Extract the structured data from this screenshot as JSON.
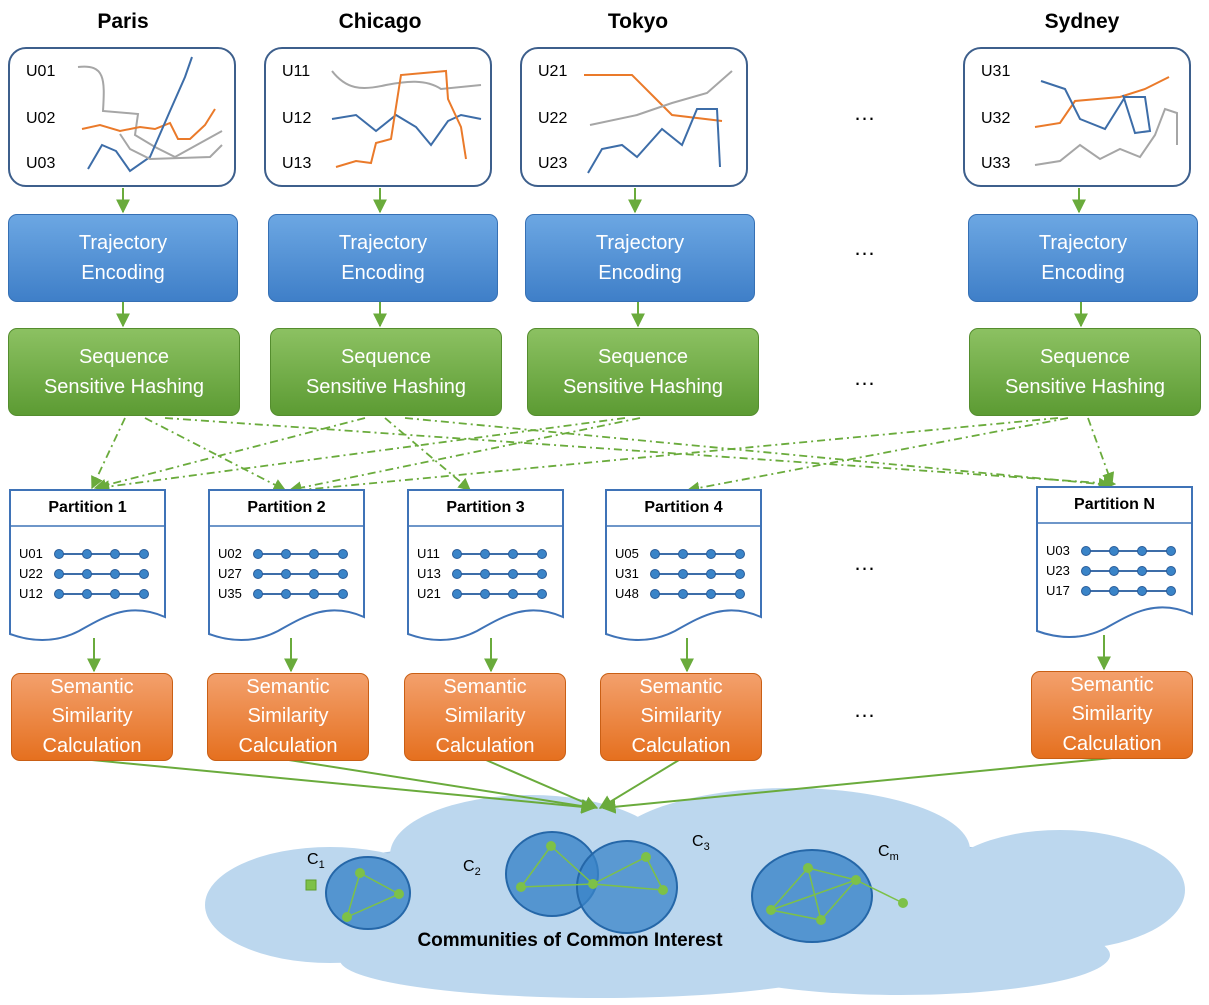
{
  "cities": [
    {
      "name": "Paris",
      "users": [
        "U01",
        "U02",
        "U03"
      ]
    },
    {
      "name": "Chicago",
      "users": [
        "U11",
        "U12",
        "U13"
      ]
    },
    {
      "name": "Tokyo",
      "users": [
        "U21",
        "U22",
        "U23"
      ]
    },
    {
      "name": "Sydney",
      "users": [
        "U31",
        "U32",
        "U33"
      ]
    }
  ],
  "ellipsis": "…",
  "encoding_label": [
    "Trajectory",
    "Encoding"
  ],
  "hashing_label": [
    "Sequence",
    "Sensitive Hashing"
  ],
  "partitions": [
    {
      "title": "Partition 1",
      "users": [
        "U01",
        "U22",
        "U12"
      ]
    },
    {
      "title": "Partition 2",
      "users": [
        "U02",
        "U27",
        "U35"
      ]
    },
    {
      "title": "Partition 3",
      "users": [
        "U11",
        "U13",
        "U21"
      ]
    },
    {
      "title": "Partition 4",
      "users": [
        "U05",
        "U31",
        "U48"
      ]
    },
    {
      "title": "Partition N",
      "users": [
        "U03",
        "U23",
        "U17"
      ]
    }
  ],
  "similarity_label": [
    "Semantic",
    "Similarity",
    "Calculation"
  ],
  "communities": {
    "title": "Communities of Common Interest",
    "labels": [
      {
        "base": "C",
        "sub": "1"
      },
      {
        "base": "C",
        "sub": "2"
      },
      {
        "base": "C",
        "sub": "3"
      },
      {
        "base": "C",
        "sub": "m"
      }
    ]
  },
  "colors": {
    "encoding_blue": "#4a8bd6",
    "hashing_green": "#6aab3c",
    "similarity_orange": "#ec7e2f",
    "arrow_green": "#6aab3c",
    "cloud_blue": "#bcd7ee",
    "community_blue": "#3a84c8",
    "node_green": "#7dc148",
    "track_orange": "#ea7a2a",
    "track_blue": "#3d6da8",
    "track_gray": "#a6a6a6"
  }
}
